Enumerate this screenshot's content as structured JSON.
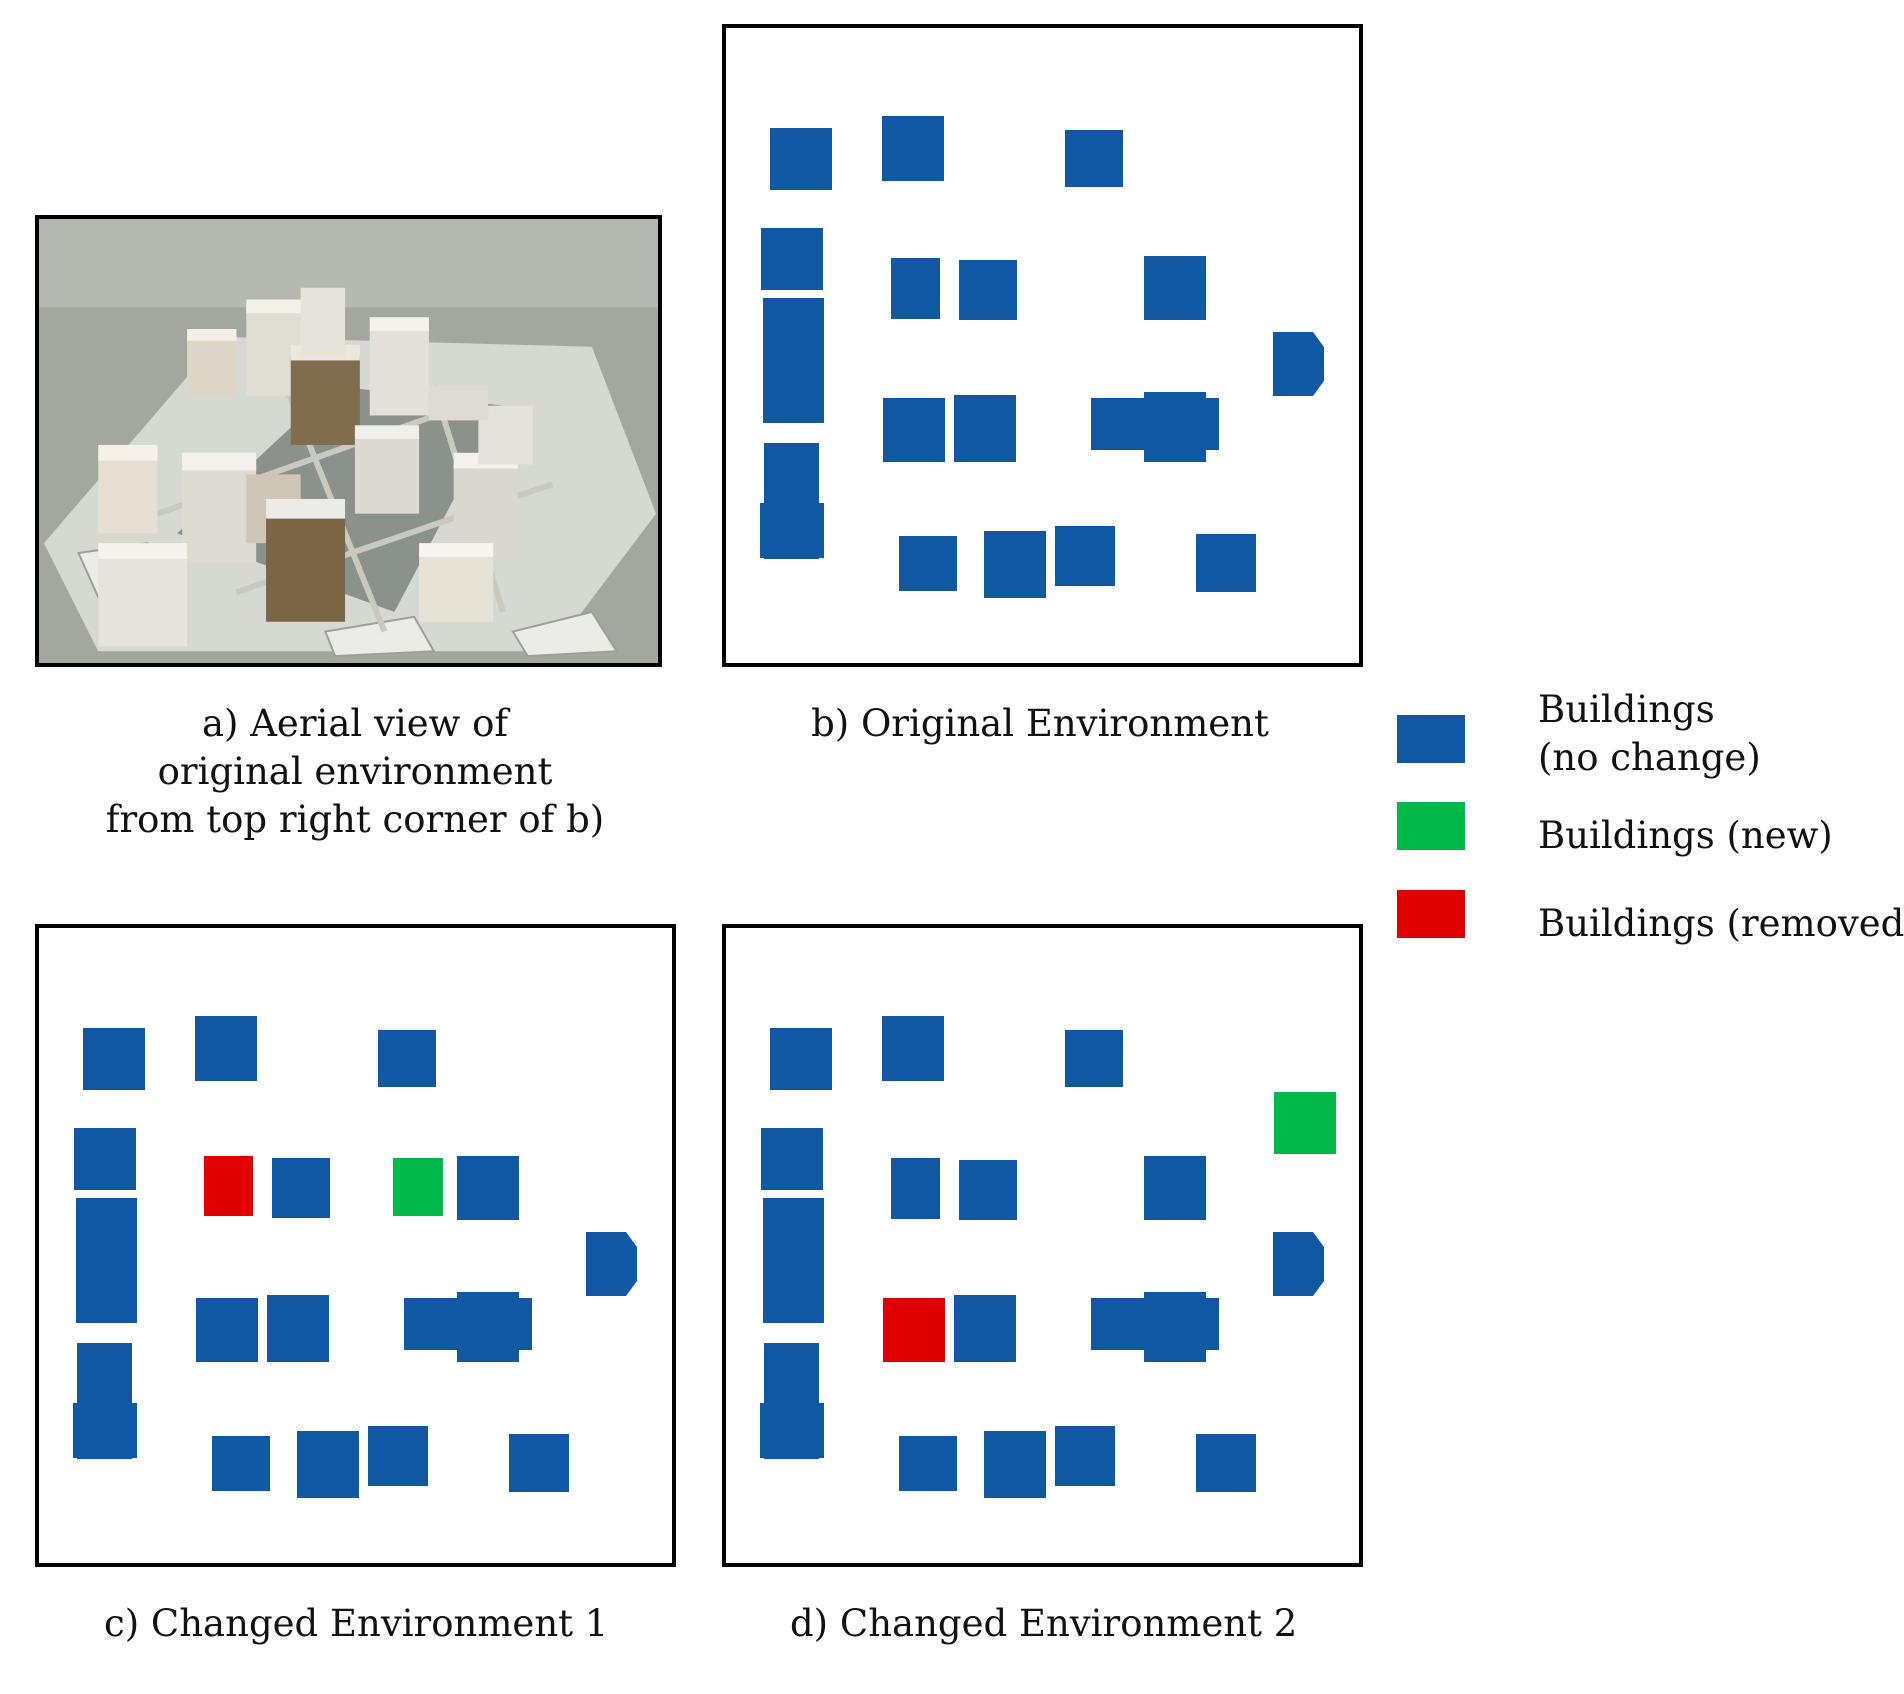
{
  "colors": {
    "no_change": "#1158a3",
    "new": "#00b84a",
    "removed": "#e00000"
  },
  "panels": {
    "a": {
      "caption_lines": [
        "a)    Aerial view of",
        "original environment",
        "from top right corner of b)"
      ]
    },
    "b": {
      "caption": "b)  Original Environment"
    },
    "c": {
      "caption": "c)  Changed Environment 1"
    },
    "d": {
      "caption": "d)  Changed Environment 2"
    }
  },
  "legend": {
    "items": [
      {
        "label_lines": [
          "Buildings",
          "(no change)"
        ],
        "color_key": "no_change"
      },
      {
        "label_lines": [
          "Buildings (new)"
        ],
        "color_key": "new"
      },
      {
        "label_lines": [
          "Buildings (removed)"
        ],
        "color_key": "removed"
      }
    ]
  }
}
